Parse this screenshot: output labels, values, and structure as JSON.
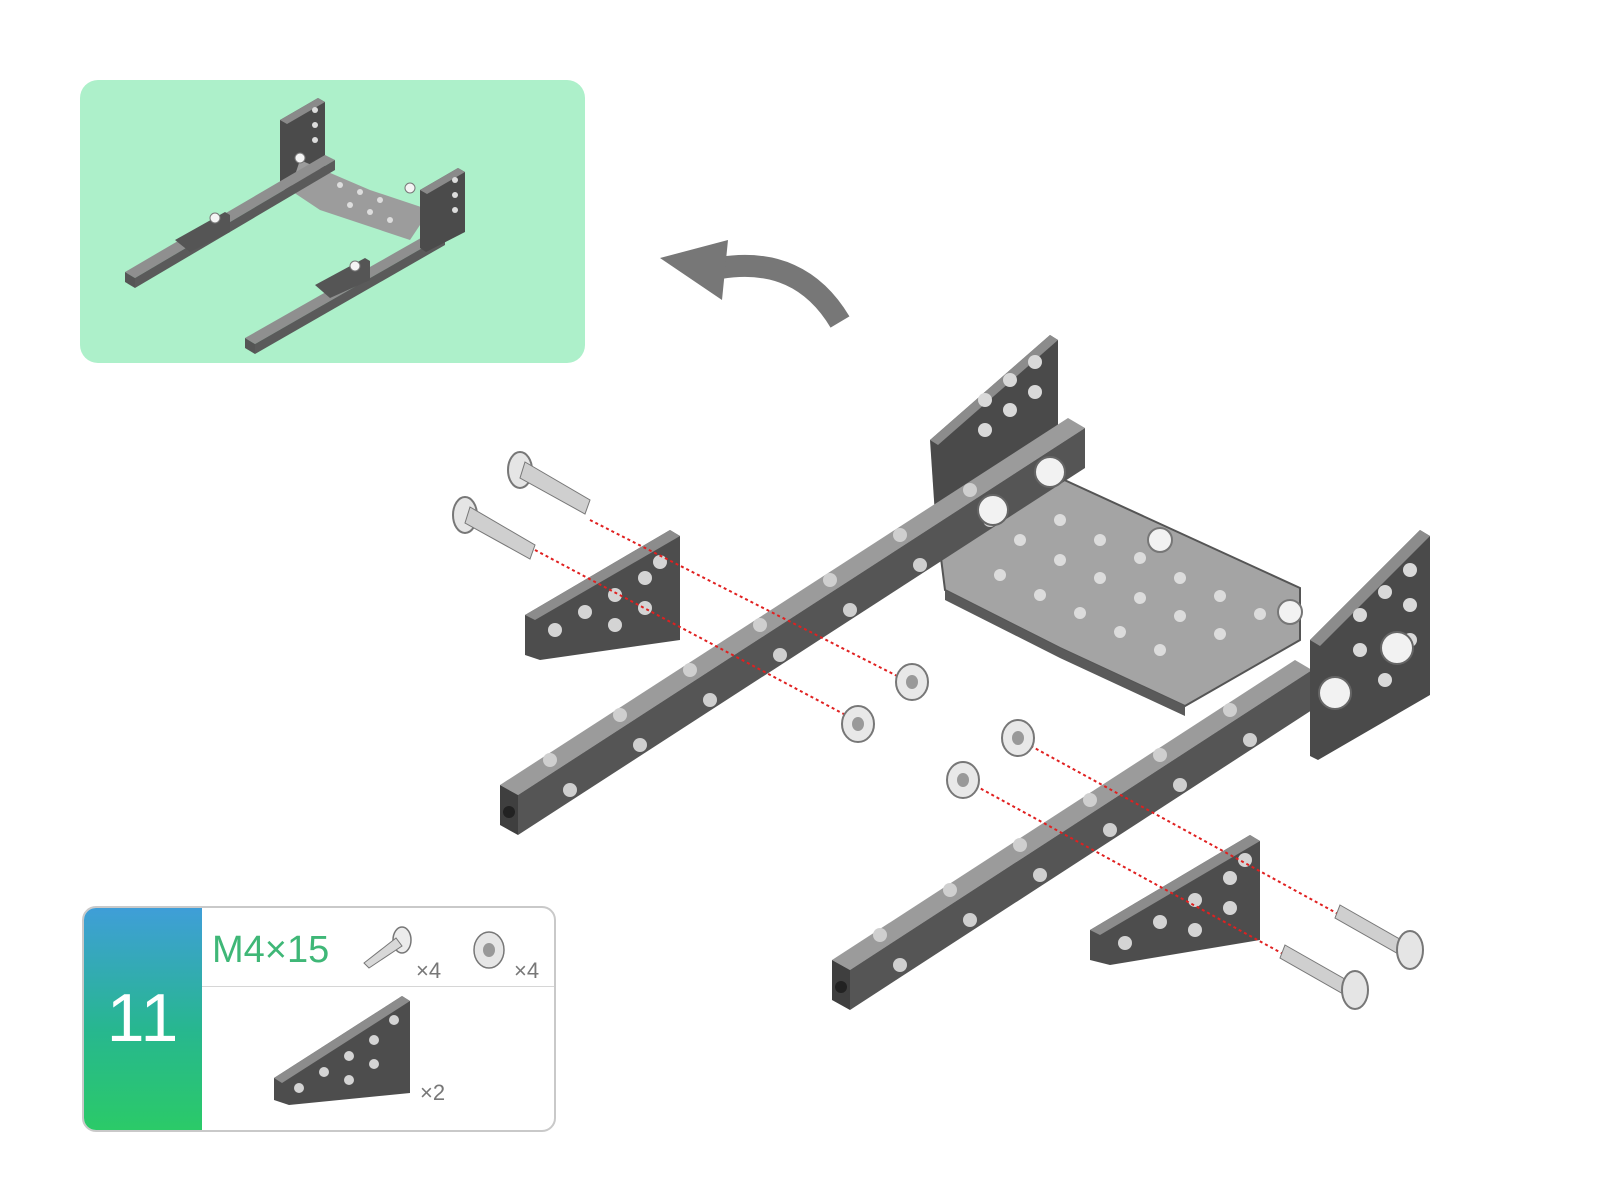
{
  "step": {
    "number": "11"
  },
  "parts": {
    "spec_label": "M4×15",
    "screw_qty": "×4",
    "nut_qty": "×4",
    "bracket_qty": "×2"
  },
  "icons": [
    "preview-frame-thumbnail",
    "return-arrow-icon",
    "screw-icon",
    "nut-icon",
    "triangle-bracket-icon"
  ],
  "colors": {
    "preview_bg": "#adf0ca",
    "badge_top": "#3f9ed8",
    "badge_bottom": "#2bca68",
    "spec_text": "#3fb777",
    "guide_line": "#e02020",
    "metal_dark": "#4a4a4a",
    "metal_light": "#a9a9a9"
  }
}
